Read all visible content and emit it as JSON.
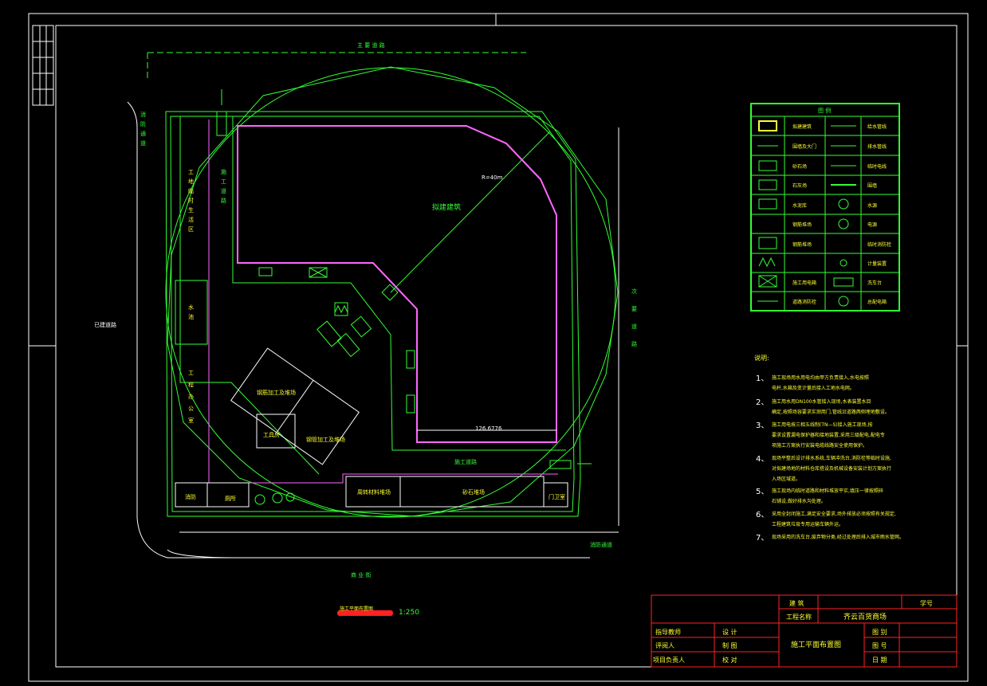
{
  "roads": {
    "main_road": "主 要 道 路",
    "secondary_road_right": [
      "次",
      "要",
      "道",
      "路"
    ],
    "secondary_road_left": [
      "消",
      "防",
      "通",
      "道"
    ],
    "built_road": "已建道路",
    "bottom_street": "商 业 街",
    "fire_lane": "消防通道"
  },
  "site": {
    "proposed_building": "拟建建筑",
    "radius_label": "R=40m",
    "dimension_label": "126.6776",
    "construction_road_vertical": [
      "施",
      "工",
      "道",
      "路"
    ],
    "construction_road_bottom": "施工道路",
    "worker_area": [
      "工",
      "地",
      "临",
      "时",
      "生",
      "活",
      "区"
    ],
    "water_pool": [
      "水",
      "池"
    ],
    "office_area": [
      "工",
      "程",
      "办",
      "公",
      "室"
    ],
    "rebar_shed": "钢筋加工及堆场",
    "tool_room": "工具房",
    "formwork_shed": "钢管加工及堆场",
    "toilet": "厕所",
    "fire_room": "消防",
    "material_yard_1": "周转材料堆场",
    "material_yard_2": "砂石堆场",
    "gate_house": "门卫室"
  },
  "legend": {
    "title": "图 例",
    "items_left": [
      "拟建建筑",
      "围墙及大门",
      "砂石场",
      "石灰场",
      "水泥库",
      "钢筋堆场",
      "钢筋堆场",
      "施工用电箱",
      "道路消防栓"
    ],
    "items_right": [
      "给水管线",
      "排水管线",
      "临时电线",
      "围墙",
      "水源",
      "电源",
      "临时消防栓",
      "计量装置",
      "洗车台",
      "总配电箱"
    ]
  },
  "notes": {
    "title": "说明:",
    "items": [
      {
        "num": "1、",
        "lines": [
          "施工现场用水用电均由甲方负责接入,水电按照",
          "电杆,水箱及变计量后接入工地水电网。"
        ]
      },
      {
        "num": "2、",
        "lines": [
          "施工用水用DN100水管接入现场,水表装置水目",
          "确定,按照场容要求实测用门,管线沿道路两侧埋地敷设。"
        ]
      },
      {
        "num": "3、",
        "lines": [
          "施工用电按三相五线制(TN—S)接入施工现场,按",
          "要求设置漏电保护器和接地装置,采用三级配电,配电专",
          "项施工方案执行安装电缆线路安全使用保护。"
        ]
      },
      {
        "num": "4、",
        "lines": [
          "现场平整后设计排水系统,车辆冲洗台,消防栓等临时设施,",
          "对拟建场地的材料仓库搭设及机械设备安装计划方案执行",
          "入场区域道。"
        ]
      },
      {
        "num": "5、",
        "lines": [
          "施工现场内临时道路和材料堆放平实,填压一律按照碎",
          "石铺设,做好排水沟处理。"
        ]
      },
      {
        "num": "6、",
        "lines": [
          "采用全封闭施工,满足安全要求,场外排放必须按照有关规定,",
          "工程建筑垃圾专用运输车辆外运。"
        ]
      },
      {
        "num": "7、",
        "lines": [
          "现场采用的洗车台,废弃物分类,经过处理后排入城市雨水管网。"
        ]
      }
    ]
  },
  "scale": {
    "label": "1:250",
    "title": "施工平面布置图"
  },
  "title_block": {
    "building_label": "建  筑",
    "project_label": "工程名称",
    "project_name": "齐云百货商场",
    "number_label": "学号",
    "advisor": "指导教师",
    "reviewer": "评阅人",
    "manager": "项目负责人",
    "design": "设 计",
    "drawing": "制 图",
    "check": "校 对",
    "drawing_title": "施工平面布置图",
    "drawing_no": "图 别",
    "sheet_no": "图 号",
    "date": "日 期"
  },
  "colors": {
    "frame": "#ffffff",
    "green": "#33ff33",
    "magenta": "#ff66ff",
    "red": "#ff2222",
    "title_text": "#ffff33"
  }
}
